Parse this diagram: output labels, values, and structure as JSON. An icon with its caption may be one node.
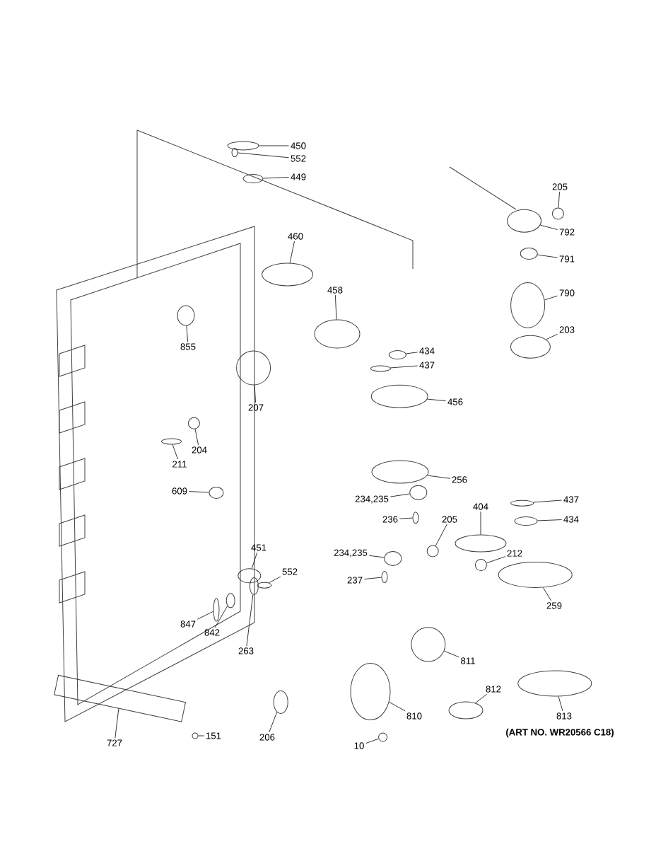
{
  "diagram": {
    "nodes": [
      {
        "text": [
          "450"
        ]
      },
      {
        "text": [
          "552"
        ]
      },
      {
        "text": [
          "449"
        ]
      },
      {
        "text": [
          "460"
        ]
      },
      {
        "text": [
          "855"
        ]
      },
      {
        "text": [
          "207"
        ]
      },
      {
        "text": [
          "458"
        ]
      },
      {
        "text": [
          "434"
        ]
      },
      {
        "text": [
          "437"
        ]
      },
      {
        "text": [
          "456"
        ]
      },
      {
        "text": [
          "205"
        ]
      },
      {
        "text": [
          "792"
        ]
      },
      {
        "text": [
          "791"
        ]
      },
      {
        "text": [
          "790"
        ]
      },
      {
        "text": [
          "203"
        ]
      },
      {
        "text": [
          "204"
        ]
      },
      {
        "text": [
          "211"
        ]
      },
      {
        "text": [
          "609"
        ]
      },
      {
        "text": [
          "256"
        ]
      },
      {
        "text": [
          "234,235"
        ]
      },
      {
        "text": [
          "236"
        ]
      },
      {
        "text": [
          "404"
        ]
      },
      {
        "text": [
          "205"
        ]
      },
      {
        "text": [
          "437"
        ]
      },
      {
        "text": [
          "434"
        ]
      },
      {
        "text": [
          "234,235"
        ]
      },
      {
        "text": [
          "237"
        ]
      },
      {
        "text": [
          "212"
        ]
      },
      {
        "text": [
          "451"
        ]
      },
      {
        "text": [
          "552"
        ]
      },
      {
        "text": [
          "259"
        ]
      },
      {
        "text": [
          "847"
        ]
      },
      {
        "text": [
          "842"
        ]
      },
      {
        "text": [
          "263"
        ]
      },
      {
        "text": [
          "811"
        ]
      },
      {
        "text": [
          "812"
        ]
      },
      {
        "text": [
          "810"
        ]
      },
      {
        "text": [
          "813"
        ]
      },
      {
        "text": [
          "206"
        ]
      },
      {
        "text": [
          "151"
        ]
      },
      {
        "text": [
          "727"
        ]
      },
      {
        "text": [
          "10"
        ]
      },
      {
        "text": [],
        "shape": "ellipse"
      },
      {
        "text": [],
        "shape": "ellipse"
      },
      {
        "text": [],
        "shape": "ellipse"
      },
      {
        "text": [],
        "shape": "ellipse"
      },
      {
        "text": [],
        "shape": "ellipse"
      },
      {
        "text": [],
        "shape": "circle"
      },
      {
        "text": [],
        "shape": "ellipse"
      },
      {
        "text": [],
        "shape": "ellipse"
      },
      {
        "text": [],
        "shape": "ellipse"
      },
      {
        "text": [],
        "shape": "ellipse"
      },
      {
        "text": [],
        "shape": "circle"
      },
      {
        "text": [],
        "shape": "ellipse"
      },
      {
        "text": [],
        "shape": "ellipse"
      },
      {
        "text": [],
        "shape": "ellipse"
      },
      {
        "text": [],
        "shape": "ellipse"
      },
      {
        "text": [],
        "shape": "circle"
      },
      {
        "text": [],
        "shape": "ellipse"
      },
      {
        "text": [],
        "shape": "ellipse"
      },
      {
        "text": [],
        "shape": "ellipse"
      },
      {
        "text": [],
        "shape": "ellipse"
      },
      {
        "text": [],
        "shape": "ellipse"
      },
      {
        "text": [],
        "shape": "ellipse"
      },
      {
        "text": [],
        "shape": "circle"
      },
      {
        "text": [],
        "shape": "ellipse"
      },
      {
        "text": [],
        "shape": "ellipse"
      },
      {
        "text": [],
        "shape": "ellipse"
      },
      {
        "text": [],
        "shape": "ellipse"
      },
      {
        "text": [],
        "shape": "circle"
      },
      {
        "text": [],
        "shape": "ellipse"
      },
      {
        "text": [],
        "shape": "ellipse"
      },
      {
        "text": [],
        "shape": "ellipse"
      },
      {
        "text": [],
        "shape": "ellipse"
      },
      {
        "text": [],
        "shape": "ellipse"
      },
      {
        "text": [],
        "shape": "ellipse"
      },
      {
        "text": [],
        "shape": "circle"
      },
      {
        "text": [],
        "shape": "ellipse"
      },
      {
        "text": [],
        "shape": "ellipse"
      },
      {
        "text": [],
        "shape": "ellipse"
      },
      {
        "text": [],
        "shape": "ellipse"
      },
      {
        "text": [],
        "shape": "circle"
      },
      {
        "text": [],
        "shape": "bar"
      },
      {
        "text": [],
        "shape": "circle"
      }
    ],
    "edges": [
      {
        "from": 0,
        "to": 42,
        "arrow": "none"
      },
      {
        "from": 1,
        "to": 43,
        "arrow": "none"
      },
      {
        "from": 2,
        "to": 44,
        "arrow": "none"
      },
      {
        "from": 3,
        "to": 45,
        "arrow": "none"
      },
      {
        "from": 4,
        "to": 46,
        "arrow": "none"
      },
      {
        "from": 5,
        "to": 47,
        "arrow": "none"
      },
      {
        "from": 6,
        "to": 48,
        "arrow": "none"
      },
      {
        "from": 7,
        "to": 49,
        "arrow": "none"
      },
      {
        "from": 8,
        "to": 50,
        "arrow": "none"
      },
      {
        "from": 9,
        "to": 51,
        "arrow": "none"
      },
      {
        "from": 10,
        "to": 52,
        "arrow": "none"
      },
      {
        "from": 11,
        "to": 53,
        "arrow": "none"
      },
      {
        "from": 12,
        "to": 54,
        "arrow": "none"
      },
      {
        "from": 13,
        "to": 55,
        "arrow": "none"
      },
      {
        "from": 14,
        "to": 56,
        "arrow": "none"
      },
      {
        "from": 15,
        "to": 57,
        "arrow": "none"
      },
      {
        "from": 16,
        "to": 58,
        "arrow": "none"
      },
      {
        "from": 17,
        "to": 59,
        "arrow": "none"
      },
      {
        "from": 18,
        "to": 60,
        "arrow": "none"
      },
      {
        "from": 19,
        "to": 61,
        "arrow": "none"
      },
      {
        "from": 20,
        "to": 62,
        "arrow": "none"
      },
      {
        "from": 21,
        "to": 63,
        "arrow": "none"
      },
      {
        "from": 22,
        "to": 64,
        "arrow": "none"
      },
      {
        "from": 23,
        "to": 65,
        "arrow": "none"
      },
      {
        "from": 24,
        "to": 66,
        "arrow": "none"
      },
      {
        "from": 25,
        "to": 67,
        "arrow": "none"
      },
      {
        "from": 26,
        "to": 68,
        "arrow": "none"
      },
      {
        "from": 27,
        "to": 69,
        "arrow": "none"
      },
      {
        "from": 28,
        "to": 70,
        "arrow": "none"
      },
      {
        "from": 29,
        "to": 71,
        "arrow": "none"
      },
      {
        "from": 30,
        "to": 72,
        "arrow": "none"
      },
      {
        "from": 31,
        "to": 73,
        "arrow": "none"
      },
      {
        "from": 32,
        "to": 74,
        "arrow": "none"
      },
      {
        "from": 33,
        "to": 75,
        "arrow": "none"
      },
      {
        "from": 34,
        "to": 76,
        "arrow": "none"
      },
      {
        "from": 35,
        "to": 77,
        "arrow": "none"
      },
      {
        "from": 36,
        "to": 78,
        "arrow": "none"
      },
      {
        "from": 37,
        "to": 79,
        "arrow": "none"
      },
      {
        "from": 38,
        "to": 80,
        "arrow": "none"
      },
      {
        "from": 39,
        "to": 81,
        "arrow": "none"
      },
      {
        "from": 40,
        "to": 82,
        "arrow": "none"
      },
      {
        "from": 41,
        "to": 83,
        "arrow": "none"
      }
    ],
    "labels": [
      "(ART NO. WR20566 C18)"
    ]
  }
}
